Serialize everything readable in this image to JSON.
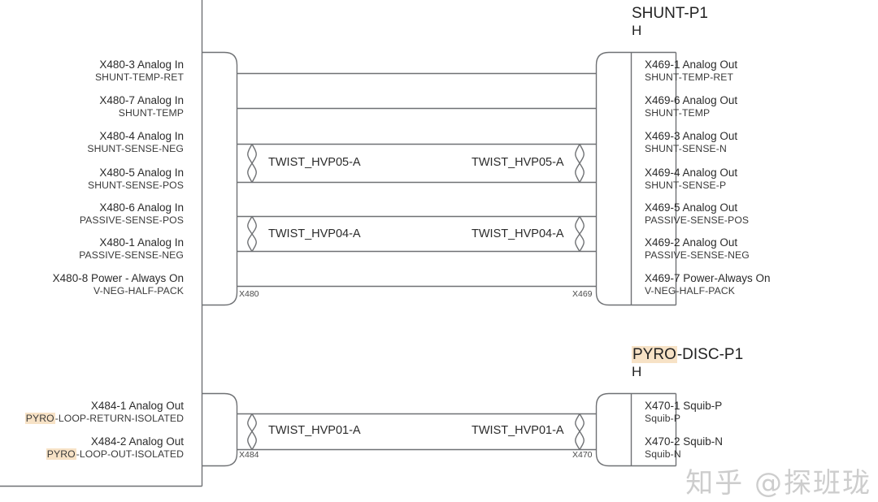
{
  "diagram": {
    "type": "wiring-harness-connector-diagram",
    "trunk_label": "harness-trunk"
  },
  "groups": [
    {
      "key": "shunt",
      "title_line1": "SHUNT-P1",
      "title_line2": "H",
      "title_highlight": "",
      "left_connector_tag": "X480",
      "right_connector_tag": "X469",
      "left_pins": [
        {
          "id": "X480-3 Analog In",
          "net": "SHUNT-TEMP-RET",
          "hl": ""
        },
        {
          "id": "X480-7 Analog In",
          "net": "SHUNT-TEMP",
          "hl": ""
        },
        {
          "id": "X480-4 Analog In",
          "net": "SHUNT-SENSE-NEG",
          "hl": ""
        },
        {
          "id": "X480-5 Analog In",
          "net": "SHUNT-SENSE-POS",
          "hl": ""
        },
        {
          "id": "X480-6 Analog In",
          "net": "PASSIVE-SENSE-POS",
          "hl": ""
        },
        {
          "id": "X480-1 Analog In",
          "net": "PASSIVE-SENSE-NEG",
          "hl": ""
        },
        {
          "id": "X480-8 Power - Always On",
          "net": "V-NEG-HALF-PACK",
          "hl": ""
        }
      ],
      "right_pins": [
        {
          "id": "X469-1 Analog Out",
          "net": "SHUNT-TEMP-RET",
          "hl": ""
        },
        {
          "id": "X469-6 Analog Out",
          "net": "SHUNT-TEMP",
          "hl": ""
        },
        {
          "id": "X469-3 Analog Out",
          "net": "SHUNT-SENSE-N",
          "hl": ""
        },
        {
          "id": "X469-4 Analog Out",
          "net": "SHUNT-SENSE-P",
          "hl": ""
        },
        {
          "id": "X469-5 Analog Out",
          "net": "PASSIVE-SENSE-POS",
          "hl": ""
        },
        {
          "id": "X469-2 Analog Out",
          "net": "PASSIVE-SENSE-NEG",
          "hl": ""
        },
        {
          "id": "X469-7 Power-Always On",
          "net": "V-NEG-HALF-PACK",
          "hl": ""
        }
      ],
      "twists": [
        {
          "name": "TWIST_HVP05-A",
          "wires": [
            3,
            4
          ]
        },
        {
          "name": "TWIST_HVP04-A",
          "wires": [
            5,
            6
          ]
        }
      ]
    },
    {
      "key": "pyro",
      "title_line1": "PYRO-DISC-P1",
      "title_line2": "H",
      "title_highlight": "PYRO",
      "left_connector_tag": "X484",
      "right_connector_tag": "X470",
      "left_pins": [
        {
          "id": "X484-1 Analog Out",
          "net": "PYRO-LOOP-RETURN-ISOLATED",
          "hl": "PYRO"
        },
        {
          "id": "X484-2 Analog Out",
          "net": "PYRO-LOOP-OUT-ISOLATED",
          "hl": "PYRO"
        }
      ],
      "right_pins": [
        {
          "id": "X470-1 Squib-P",
          "net": "Squib-P",
          "hl": ""
        },
        {
          "id": "X470-2 Squib-N",
          "net": "Squib-N",
          "hl": ""
        }
      ],
      "twists": [
        {
          "name": "TWIST_HVP01-A",
          "wires": [
            1,
            2
          ]
        }
      ]
    }
  ],
  "watermark": "知乎 @探班珑",
  "colors": {
    "line": "#6f7174",
    "text": "#2b2b2b",
    "highlight": "#f7e2c6",
    "background": "#ffffff"
  }
}
